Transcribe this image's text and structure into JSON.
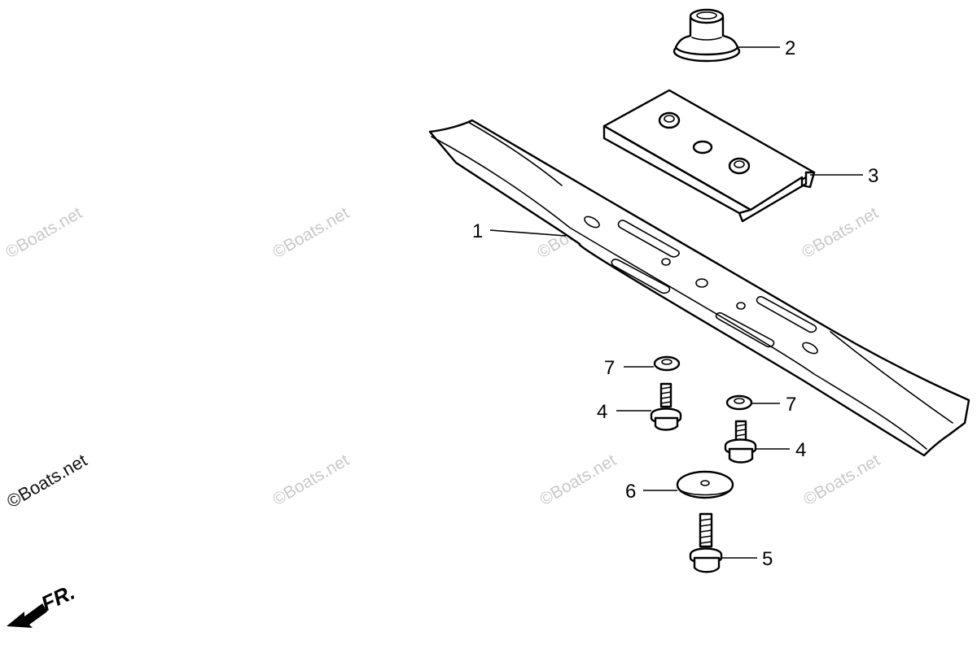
{
  "callouts": [
    {
      "id": "blade",
      "number": "1"
    },
    {
      "id": "adapter-boss",
      "number": "2"
    },
    {
      "id": "blade-holder",
      "number": "3"
    },
    {
      "id": "bolt-left",
      "number": "4"
    },
    {
      "id": "bolt-right",
      "number": "4"
    },
    {
      "id": "center-bolt",
      "number": "5"
    },
    {
      "id": "washer-plate",
      "number": "6"
    },
    {
      "id": "washer-left",
      "number": "7"
    },
    {
      "id": "washer-right",
      "number": "7"
    }
  ],
  "watermark": {
    "text": "©Boats.net"
  },
  "direction": {
    "label": "FR."
  }
}
